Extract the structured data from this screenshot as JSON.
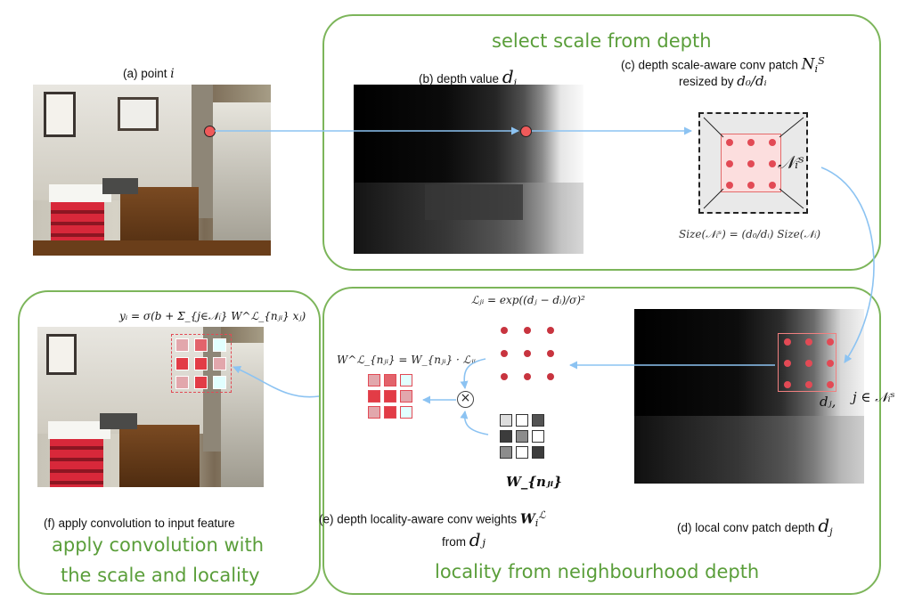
{
  "panels": {
    "top_title": "select scale from depth",
    "bottom_title": "locality from neighbourhood depth",
    "left_title_line1": "apply convolution with",
    "left_title_line2": "the scale and locality"
  },
  "captions": {
    "a_prefix": "(a) point",
    "a_var": "i",
    "b_prefix": "(b) depth value",
    "b_var": "d",
    "b_sub": "i",
    "c_line1": "(c) depth scale-aware conv patch",
    "c_var": "N",
    "c_sub": "i",
    "c_sup": "S",
    "c_line2_prefix": "resized by",
    "c_line2_expr": "d₀/dᵢ",
    "d_prefix": "(d) local conv patch depth",
    "d_var": "d",
    "d_sub": "j",
    "e_line1": "(e) depth locality-aware conv weights",
    "e_var": "W",
    "e_sub": "i",
    "e_sup": "ℒ",
    "e_line2": "from",
    "e_line2_var": "dⱼ",
    "f_caption": "(f) apply convolution to input feature"
  },
  "equations": {
    "size_eq": "Size(𝒩ᵢˢ) = (d₀/dᵢ) Size(𝒩ᵢ)",
    "locality_eq": "ℒⱼᵢ = exp((dⱼ − dᵢ)/σ)²",
    "weight_eq": "W^ℒ_{nⱼᵢ} = W_{nⱼᵢ} · ℒⱼᵢ",
    "output_eq": "yᵢ = σ(b + Σ_{j∈𝒩ᵢ} W^ℒ_{nⱼᵢ} xⱼ)",
    "weight_label": "W_{nⱼᵢ}",
    "neighbour_label": "𝒩ᵢˢ",
    "dj_label": "dⱼ,",
    "membership_label": "j ∈ 𝒩ᵢˢ"
  },
  "colors": {
    "panel_border": "#7cb55a",
    "title_green": "#5a9e3a",
    "arrow_blue": "#8cc3f2",
    "accent_red": "#e24a55"
  },
  "weights_red": [
    [
      0.45,
      0.8,
      0.0
    ],
    [
      1.0,
      1.0,
      0.45
    ],
    [
      0.45,
      1.0,
      0.0
    ]
  ],
  "weights_gray": [
    [
      0.15,
      0.0,
      0.75
    ],
    [
      0.85,
      0.5,
      0.0
    ],
    [
      0.5,
      0.0,
      0.85
    ]
  ]
}
